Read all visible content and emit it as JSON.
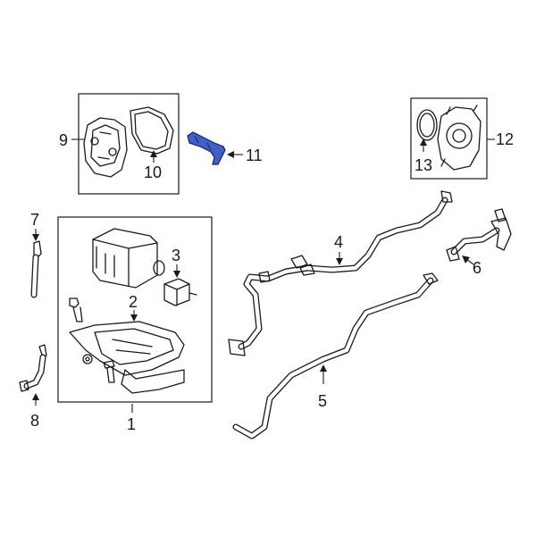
{
  "callouts": {
    "c1": "1",
    "c2": "2",
    "c3": "3",
    "c4": "4",
    "c5": "5",
    "c6": "6",
    "c7": "7",
    "c8": "8",
    "c9": "9",
    "c10": "10",
    "c11": "11",
    "c12": "12",
    "c13": "13"
  },
  "highlight_color": "#3f5fc4",
  "highlighted_part": "11"
}
